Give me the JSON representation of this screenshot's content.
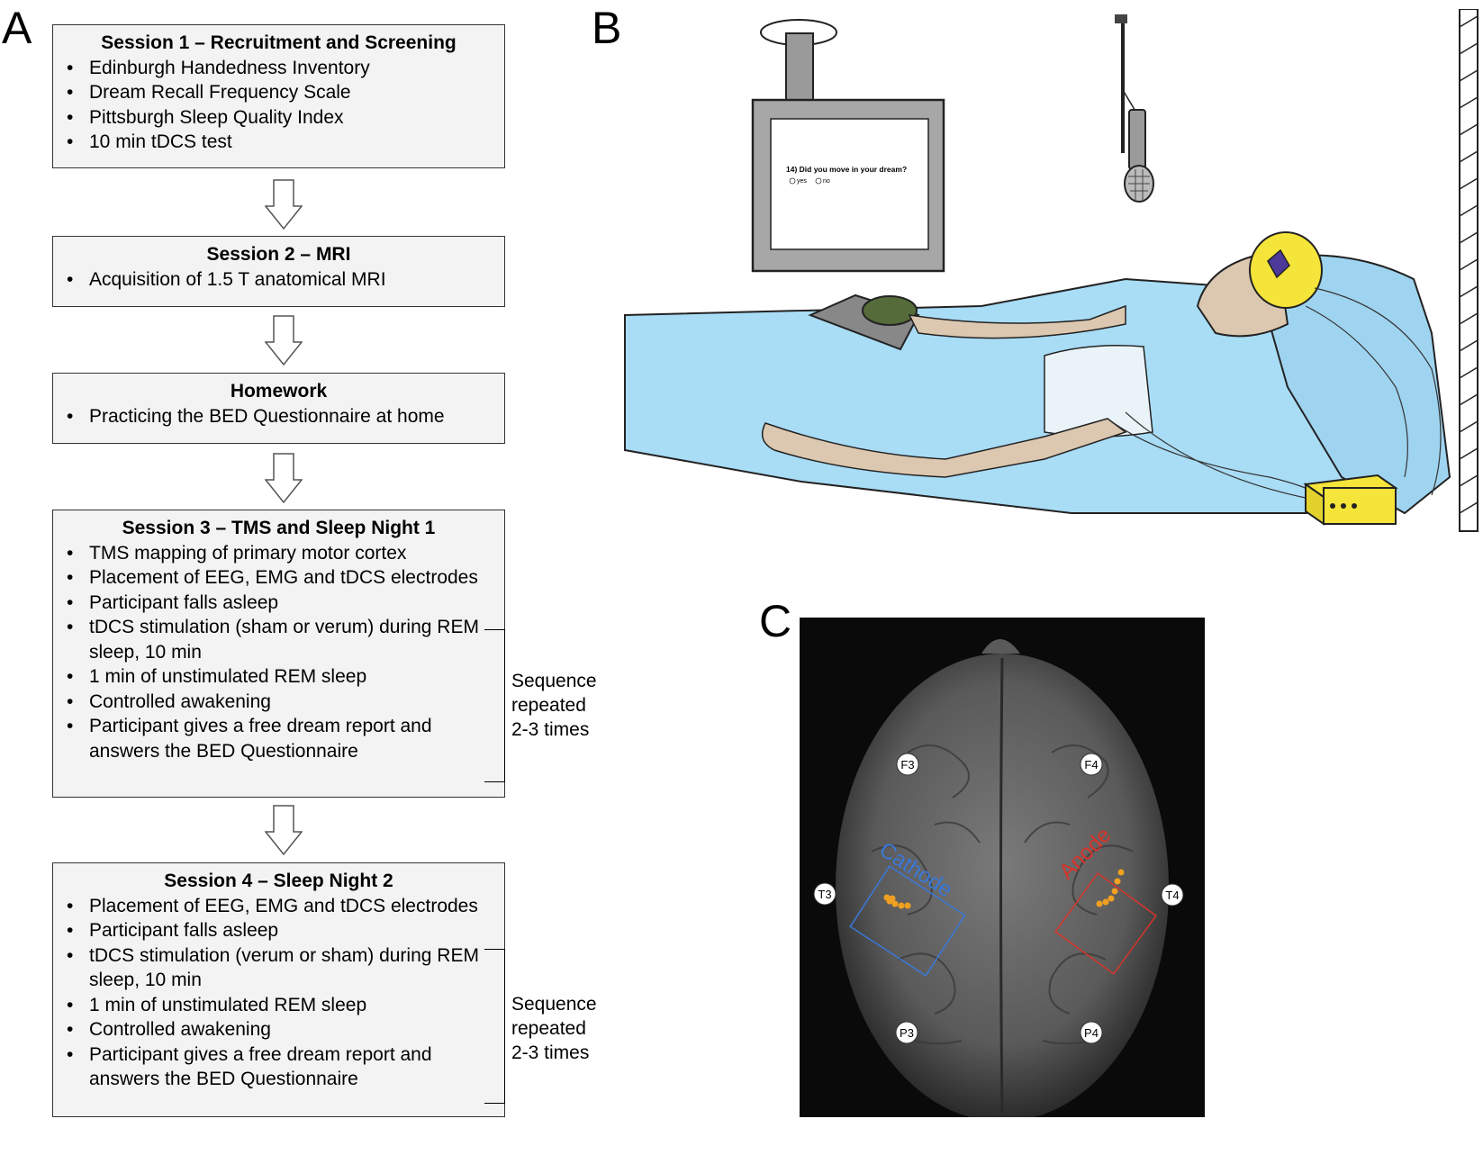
{
  "panels": {
    "a": "A",
    "b": "B",
    "c": "C"
  },
  "flow": [
    {
      "title": "Session 1 – Recruitment and Screening",
      "items": [
        "Edinburgh Handedness Inventory",
        "Dream Recall Frequency Scale",
        "Pittsburgh Sleep Quality Index",
        "10 min tDCS test"
      ]
    },
    {
      "title": "Session 2 – MRI",
      "items": [
        "Acquisition of 1.5 T anatomical MRI"
      ]
    },
    {
      "title": "Homework",
      "items": [
        "Practicing the BED Questionnaire at home"
      ]
    },
    {
      "title": "Session 3 – TMS and Sleep Night 1",
      "items": [
        "TMS mapping of primary motor cortex",
        "Placement of EEG, EMG and tDCS electrodes",
        "Participant falls asleep",
        "tDCS stimulation (sham or verum) during REM sleep, 10 min",
        "1 min of unstimulated REM sleep",
        "Controlled awakening",
        "Participant gives a free dream report and answers the BED Questionnaire"
      ]
    },
    {
      "title": "Session 4 – Sleep Night 2",
      "items": [
        "Placement of EEG, EMG and tDCS electrodes",
        "Participant falls asleep",
        "tDCS stimulation (verum or sham) during REM sleep, 10 min",
        "1 min of unstimulated REM sleep",
        "Controlled awakening",
        "Participant gives a free dream report and answers the BED Questionnaire"
      ]
    }
  ],
  "sequence_note": [
    "Sequence",
    "repeated",
    "2-3 times"
  ],
  "monitor": {
    "question": "14) Did you move in your dream?",
    "opt_yes": "yes",
    "opt_no": "no"
  },
  "brain": {
    "electrodes": {
      "f3": "F3",
      "f4": "F4",
      "t3": "T3",
      "t4": "T4",
      "p3": "P3",
      "p4": "P4"
    },
    "cathode_label": "Cathode",
    "anode_label": "Anode",
    "colors": {
      "cathode": "#3a78d8",
      "anode": "#d8342a",
      "marker": "#f0a020"
    }
  }
}
